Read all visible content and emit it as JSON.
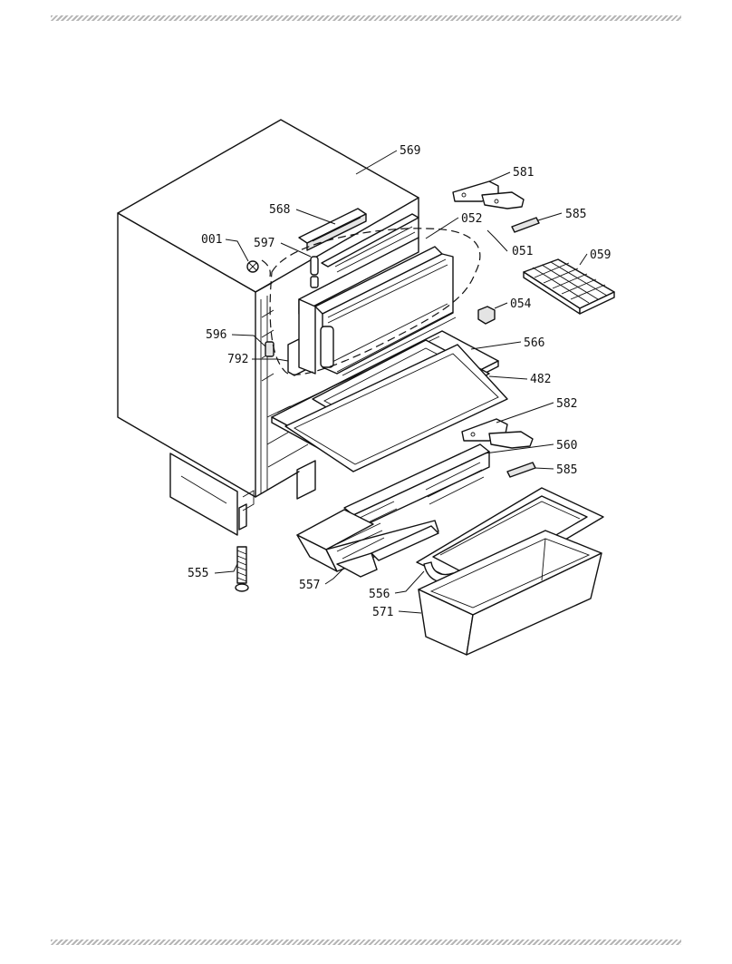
{
  "labels": {
    "p569": "569",
    "p581": "581",
    "p568": "568",
    "p052": "052",
    "p585a": "585",
    "p001": "001",
    "p597": "597",
    "p051": "051",
    "p059": "059",
    "p054": "054",
    "p596": "596",
    "p566": "566",
    "p792": "792",
    "p482": "482",
    "p582": "582",
    "p560": "560",
    "p585b": "585",
    "p555": "555",
    "p557": "557",
    "p556": "556",
    "p571": "571"
  }
}
